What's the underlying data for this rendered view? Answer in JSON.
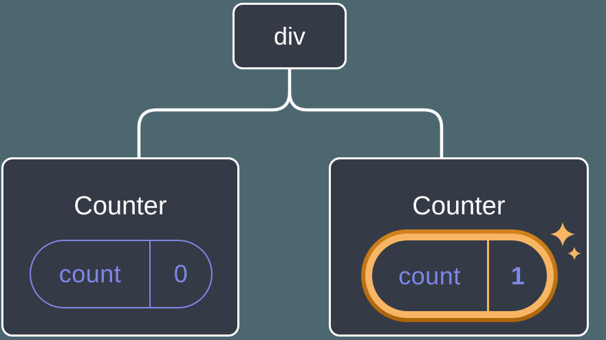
{
  "page": {
    "background_color": "#4D6770"
  },
  "colors": {
    "canvas_bg": "#4D6770",
    "node_bg": "#343A46",
    "node_border": "#FFFFFF",
    "connector": "#FFFFFF",
    "title_text": "#FFFFFF",
    "state_accent": "#7E87E6",
    "highlight_light": "#F8B664",
    "highlight_dark_top": "#D2821C",
    "highlight_dark_bottom": "#AA630A",
    "sparkle": "#F8B664"
  },
  "tree": {
    "root": {
      "label": "div"
    },
    "children": [
      {
        "title": "Counter",
        "state": {
          "name": "count",
          "value": "0"
        },
        "highlighted": false
      },
      {
        "title": "Counter",
        "state": {
          "name": "count",
          "value": "1"
        },
        "highlighted": true
      }
    ]
  }
}
